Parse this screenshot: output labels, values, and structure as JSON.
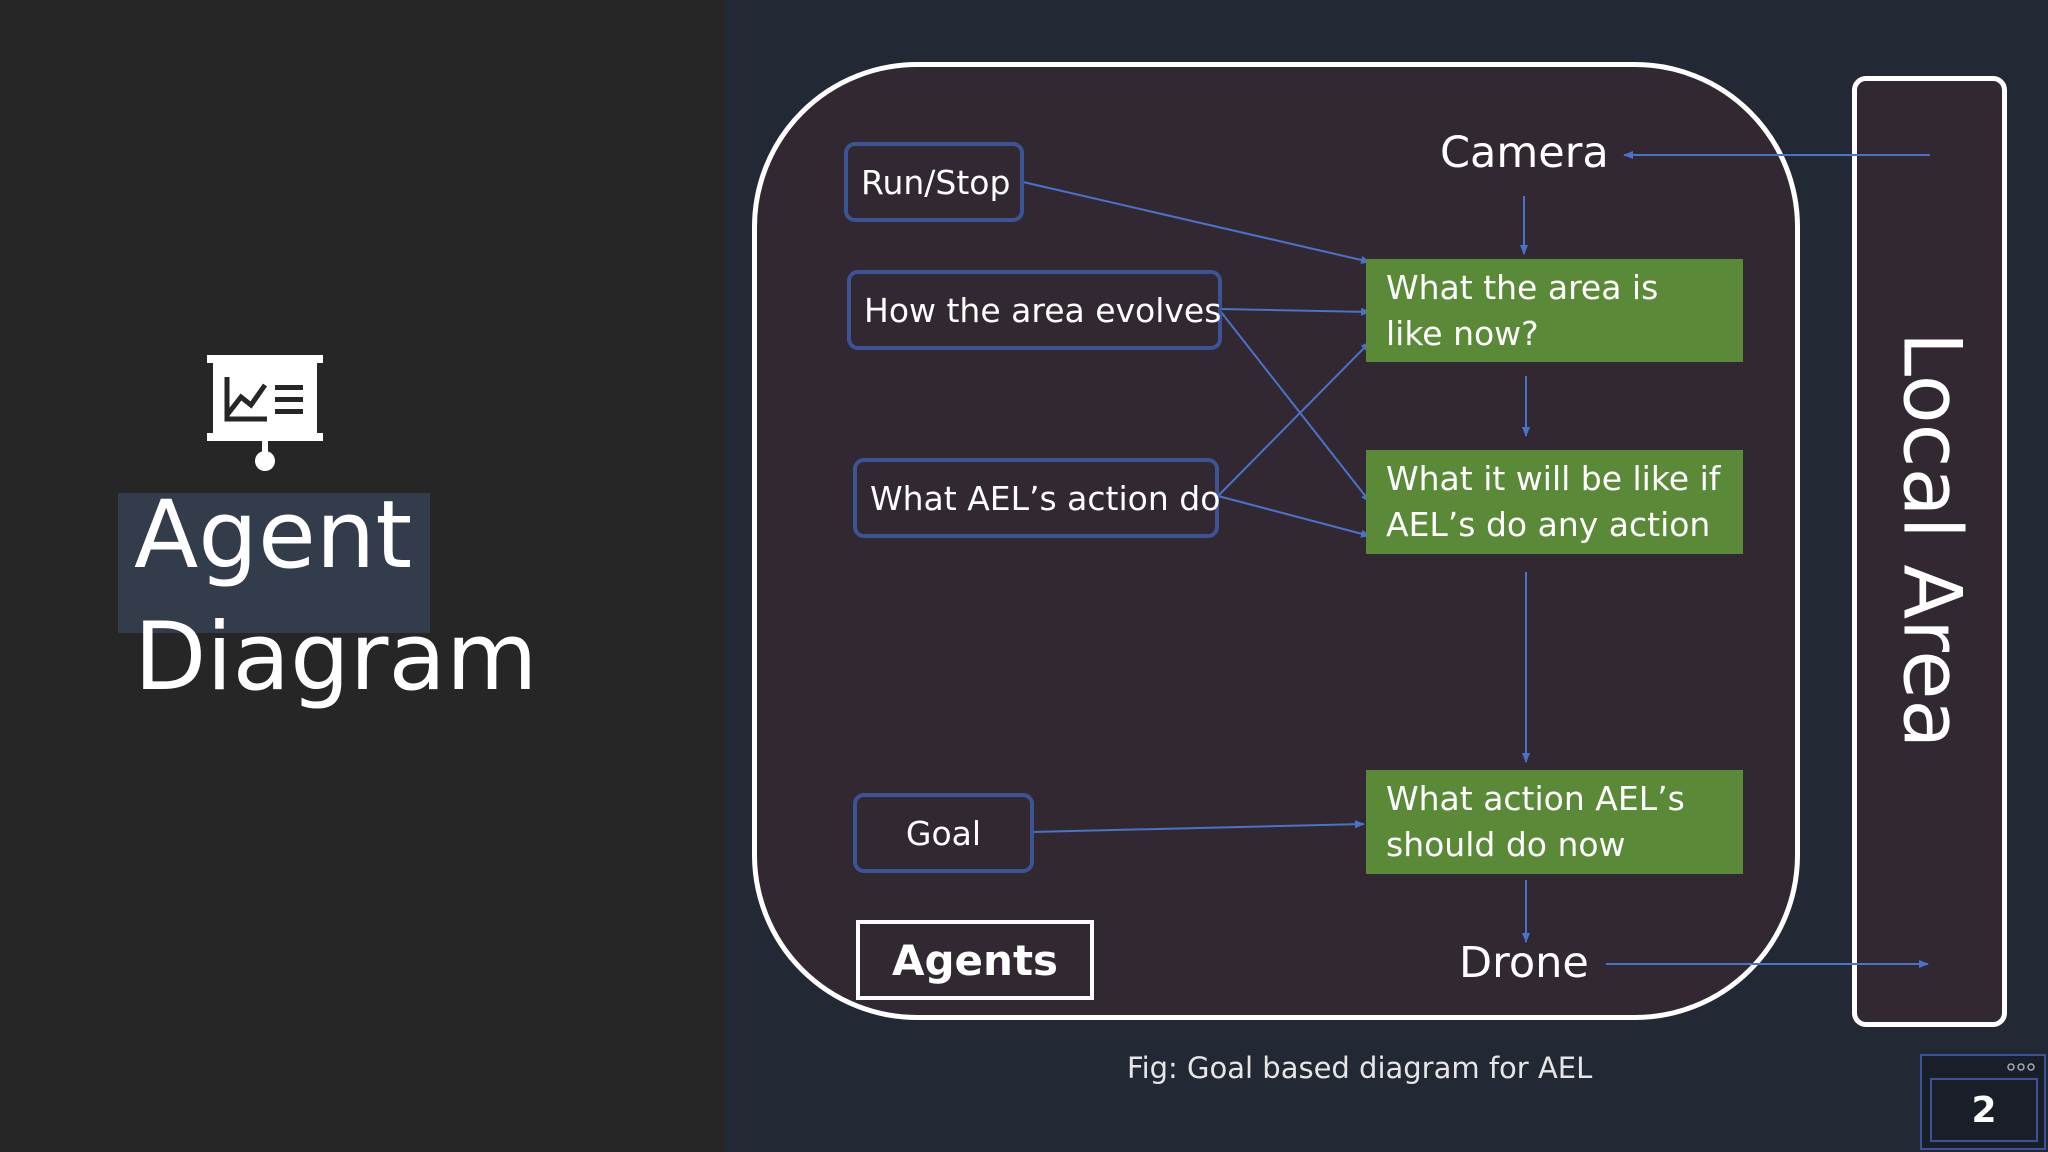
{
  "slide": {
    "title": "Agent Diagram",
    "page_number": "2"
  },
  "icons": {
    "title_icon": "presentation-chart-icon"
  },
  "diagram": {
    "inputs": {
      "run_stop": "Run/Stop",
      "area_evolves": "How the area evolves",
      "action_do": "What AEL’s action do",
      "goal": "Goal"
    },
    "sensor": "Camera",
    "actuator": "Drone",
    "states": {
      "area_now": "What the area is like now?",
      "area_if_action": "What it will be like if AEL’s do any action",
      "action_now": "What action AEL’s should do now"
    },
    "agents_label": "Agents",
    "environment_label": "Local Area",
    "caption": "Fig: Goal based diagram for AEL"
  },
  "colors": {
    "left_panel": "#262626",
    "right_panel": "#232835",
    "agent_frame_fill": "#322832",
    "state_box": "#5a8a38",
    "input_border": "#3c5496",
    "arrow": "#4a72c8"
  }
}
